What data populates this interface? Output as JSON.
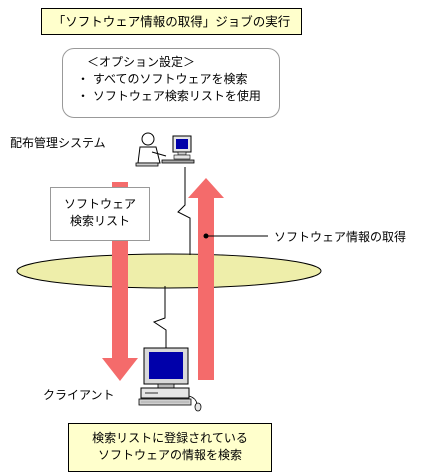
{
  "title": "「ソフトウェア情報の取得」ジョブの実行",
  "options": {
    "heading": "＜オプション設定＞",
    "items": [
      "・ すべてのソフトウェアを検索",
      "・ ソフトウェア検索リストを使用"
    ]
  },
  "system_label": "配布管理システム",
  "search_list": {
    "lines": [
      "ソフトウェア",
      "検索リスト"
    ]
  },
  "info_label": "ソフトウェア情報の取得",
  "client_label": "クライアント",
  "result": {
    "lines": [
      "検索リストに登録されている",
      "ソフトウェアの情報を検索"
    ]
  },
  "colors": {
    "arrow": "#f46b6b",
    "network": "#eeeeaa",
    "note_bg": "#ffffcc",
    "monitor_screen": "#0000aa"
  },
  "icons": {
    "system": "user-at-computer-icon",
    "client": "desktop-computer-icon"
  }
}
